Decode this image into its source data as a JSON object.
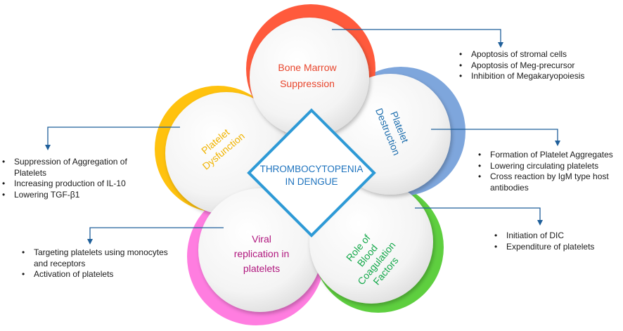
{
  "center": {
    "line1": "THROMBOCYTOPENIA",
    "line2": "IN DENGUE"
  },
  "petals": [
    {
      "id": "bone_marrow",
      "lines": [
        "Bone Marrow",
        "Suppression"
      ],
      "color": "#ff5a3c",
      "points": [
        "Apoptosis of stromal cells",
        "Apoptosis of Meg-precursor",
        "Inhibition of Megakaryopoiesis"
      ]
    },
    {
      "id": "platelet_destruction",
      "lines": [
        "Platelet",
        "Destruction"
      ],
      "color": "#7ea6dc",
      "points": [
        "Formation of Platelet  Aggregates",
        "Lowering circulating platelets",
        "Cross reaction by IgM type host",
        "antibodies"
      ]
    },
    {
      "id": "blood_coagulation",
      "lines": [
        "Role of",
        "Blood",
        "Coagulation",
        "Factors"
      ],
      "color": "#5ecf3f",
      "points": [
        "Initiation of DIC",
        "Expenditure of platelets"
      ]
    },
    {
      "id": "viral_replication",
      "lines": [
        "Viral",
        "replication in",
        "platelets"
      ],
      "color": "#ff7de0",
      "points": [
        "Targeting platelets using monocytes",
        "and receptors",
        "Activation of platelets"
      ]
    },
    {
      "id": "platelet_dysfunction",
      "lines": [
        "Platelet",
        "Dysfunction"
      ],
      "color": "#ffc20e",
      "points": [
        "Suppression of Aggregation of",
        "Platelets",
        "Increasing  production of IL-10",
        "Lowering  TGF-β1"
      ]
    }
  ],
  "colors": {
    "connector": "#1f5f9a",
    "diamond": "#2e9ad6",
    "center_text": "#1e73be",
    "bone_marrow_text": "#e8452c",
    "platelet_destruction_text": "#1f6fae",
    "blood_coagulation_text": "#14a84a",
    "viral_replication_text": "#b0177e",
    "platelet_dysfunction_text": "#f0b300"
  },
  "icons": [
    "arrow-down-icon"
  ]
}
